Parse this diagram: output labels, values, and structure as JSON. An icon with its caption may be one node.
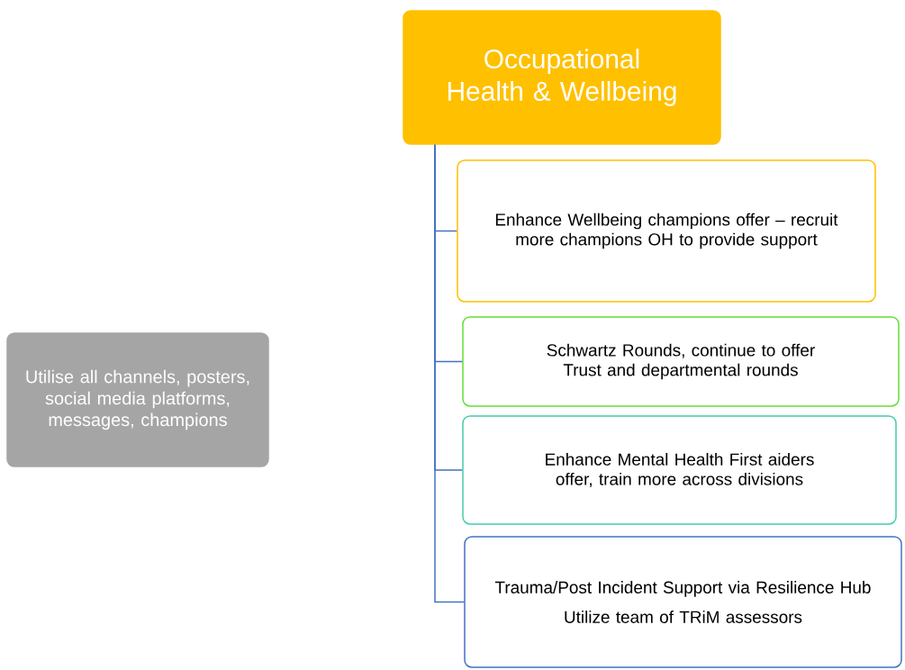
{
  "diagram": {
    "nodes": [
      {
        "text": [
          "Occupational Health & Wellbeing"
        ]
      },
      {
        "text": [
          "Enhance Wellbeing champions offer – recruit more champions OH to provide support"
        ]
      },
      {
        "text": [
          "Schwartz Rounds,  continue to offer Trust and departmental  rounds"
        ]
      },
      {
        "text": [
          "Enhance Mental Health First aiders offer, train more across divisions"
        ]
      },
      {
        "text": [
          "Trauma/Post Incident Support via Resilience Hub",
          "Utilize team of TRiM assessors"
        ]
      },
      {
        "text": [
          "Utilise all channels, posters, social media platforms, messages, champions"
        ]
      }
    ],
    "edges": [
      {
        "from": 0,
        "to": 1,
        "arrow": "none"
      },
      {
        "from": 0,
        "to": 2,
        "arrow": "none"
      },
      {
        "from": 0,
        "to": 3,
        "arrow": "none"
      },
      {
        "from": 0,
        "to": 4,
        "arrow": "none"
      }
    ]
  }
}
